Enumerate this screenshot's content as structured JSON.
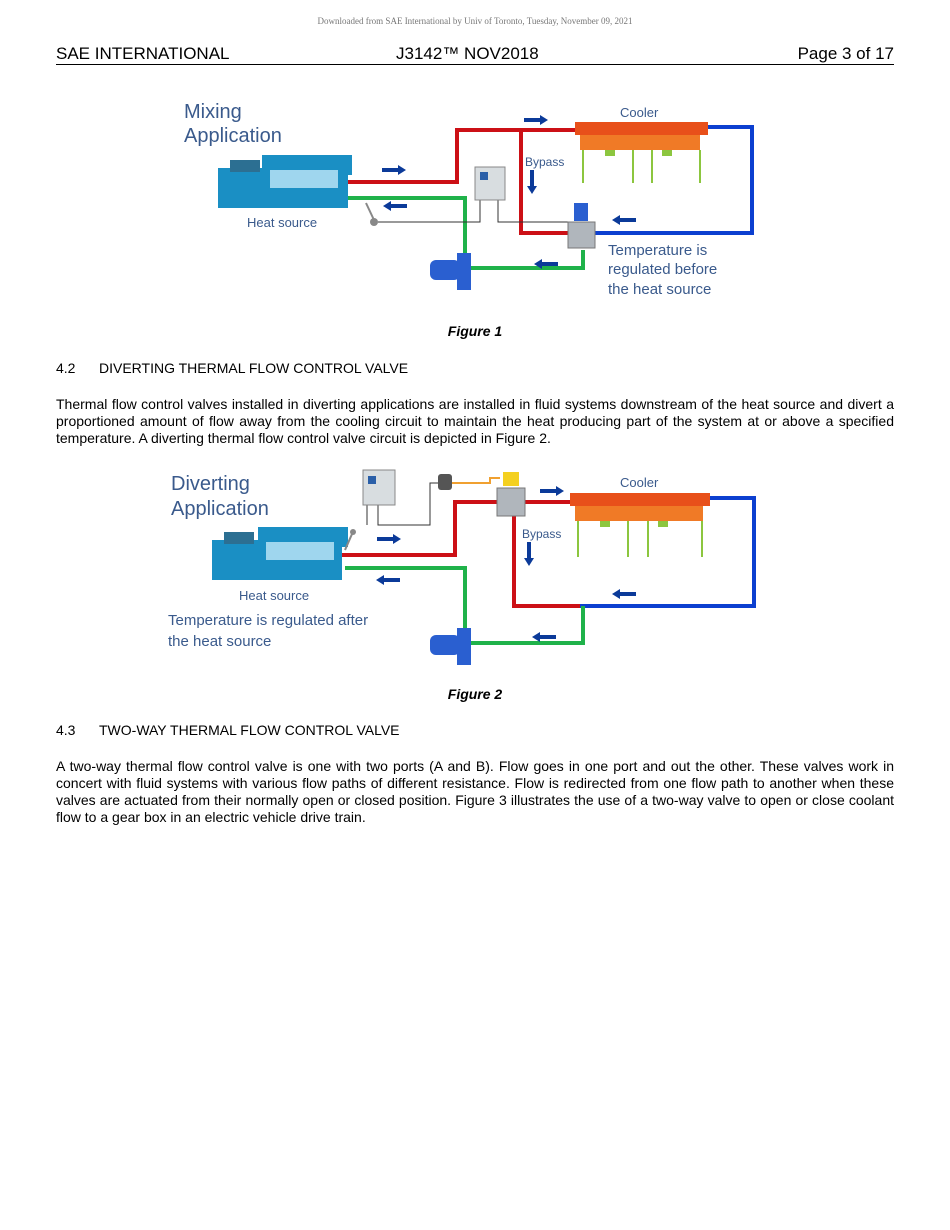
{
  "download_notice": "Downloaded from SAE International by Univ of Toronto, Tuesday, November 09, 2021",
  "header": {
    "left": "SAE INTERNATIONAL",
    "center": "J3142™ NOV2018",
    "right": "Page 3 of 17"
  },
  "figure1": {
    "title_line1": "Mixing",
    "title_line2": "Application",
    "heat_source": "Heat source",
    "cooler": "Cooler",
    "bypass": "Bypass",
    "note_line1": "Temperature is",
    "note_line2": "regulated before",
    "note_line3": "the heat source",
    "caption": "Figure 1"
  },
  "section_4_2": {
    "number": "4.2",
    "title": "DIVERTING THERMAL FLOW CONTROL VALVE",
    "body": "Thermal flow control valves installed in diverting applications are installed in fluid systems downstream of the heat source and divert a proportioned amount of flow away from the cooling circuit to maintain the heat producing part of the system at or above a specified temperature. A diverting thermal flow control valve circuit is depicted in Figure 2."
  },
  "figure2": {
    "title_line1": "Diverting",
    "title_line2": "Application",
    "heat_source": "Heat source",
    "cooler": "Cooler",
    "bypass": "Bypass",
    "note_line1": "Temperature is regulated after",
    "note_line2": "the heat source",
    "caption": "Figure 2"
  },
  "section_4_3": {
    "number": "4.3",
    "title": "TWO-WAY THERMAL FLOW CONTROL VALVE",
    "body": "A two-way thermal flow control valve is one with two ports (A and B). Flow goes in one port and out the other. These valves work in concert with fluid systems with various flow paths of different resistance. Flow is redirected from one flow path to another when these valves are actuated from their normally open or closed position. Figure 3 illustrates the use of a two-way valve to open or close coolant flow to a gear box in an electric vehicle drive train."
  },
  "colors": {
    "hot_pipe": "#cc1016",
    "cold_pipe": "#0c3fd0",
    "return_pipe": "#1fb24a",
    "cooler": "#e8501a",
    "engine": "#1a8fc4",
    "arrow": "#0b3a99",
    "diagram_text": "#3a5a8c"
  }
}
